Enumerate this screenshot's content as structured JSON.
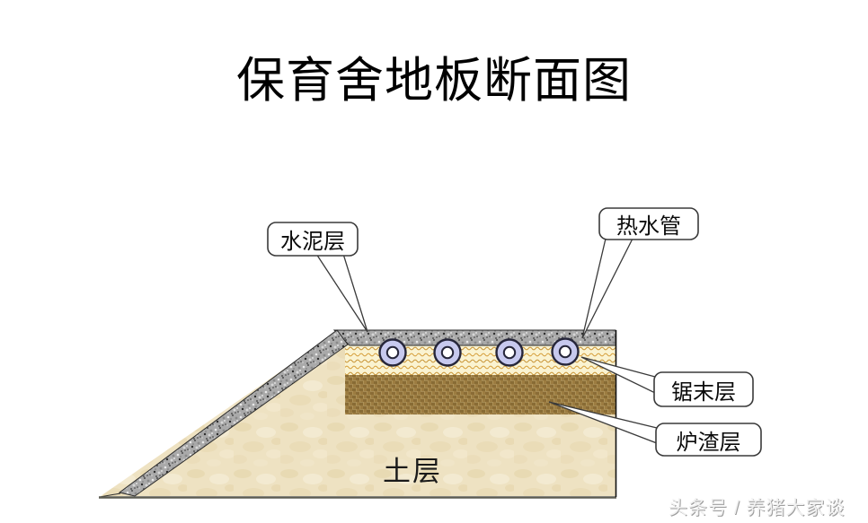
{
  "title": "保育舍地板断面图",
  "diagram": {
    "soil_label": "土层",
    "callouts": {
      "cement": {
        "label": "水泥层"
      },
      "hot_water_pipe": {
        "label": "热水管"
      },
      "sawdust": {
        "label": "锯末层"
      },
      "slag": {
        "label": "炉渣层"
      }
    },
    "pipe_count": 4,
    "colors": {
      "concrete": "#a9a9a9",
      "sawdust_bg": "#faf3d1",
      "sawdust_wave": "#d49a33",
      "slag": "#aa8948",
      "soil": "#eee2c2",
      "pipe_ring": "#c7c9ee",
      "outline": "#3a3a3a"
    }
  },
  "watermark": "头条号 / 养猪大家谈"
}
